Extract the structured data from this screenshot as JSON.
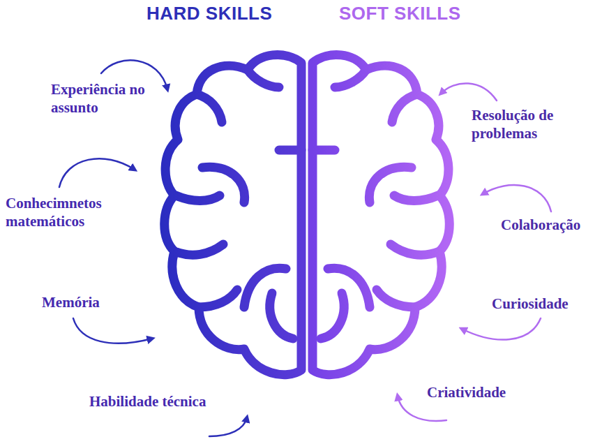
{
  "diagram": {
    "labels": [
      "HARD SKILLS",
      "SOFT SKILLS",
      "Experiência no assunto",
      "Conhecimnetos matemáticos",
      "Memória",
      "Habilidade técnica",
      "Resolução de problemas",
      "Colaboração",
      "Curiosidade",
      "Criatividade"
    ]
  }
}
